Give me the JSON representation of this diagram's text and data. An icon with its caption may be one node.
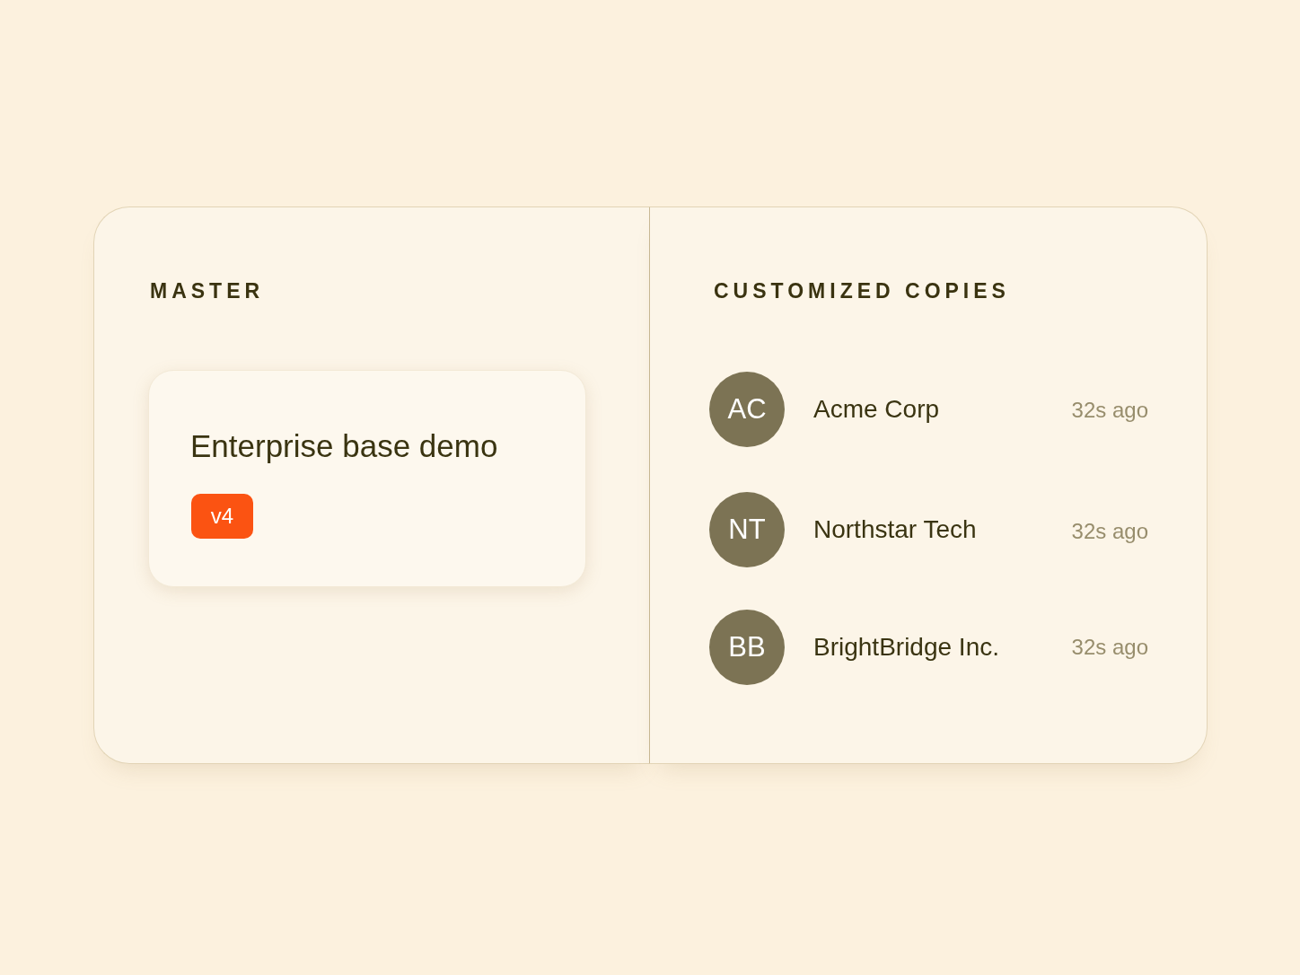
{
  "diagram": {
    "nodes": [
      {
        "text": [
          "MASTER"
        ]
      },
      {
        "text": [
          "Enterprise base demo"
        ],
        "in": 0
      },
      {
        "text": [
          "v4"
        ],
        "in": 1
      },
      {
        "text": [
          "CUSTOMIZED COPIES"
        ]
      },
      {
        "text": [
          "AC"
        ],
        "in": 3,
        "beside": [
          "Acme Corp"
        ]
      },
      {
        "text": [
          "NT"
        ],
        "in": 3,
        "beside": [
          "Northstar Tech"
        ]
      },
      {
        "text": [
          "BB"
        ],
        "in": 3,
        "beside": [
          "BrightBridge Inc."
        ]
      }
    ],
    "labels": [
      "32s ago",
      "32s ago",
      "32s ago"
    ]
  }
}
